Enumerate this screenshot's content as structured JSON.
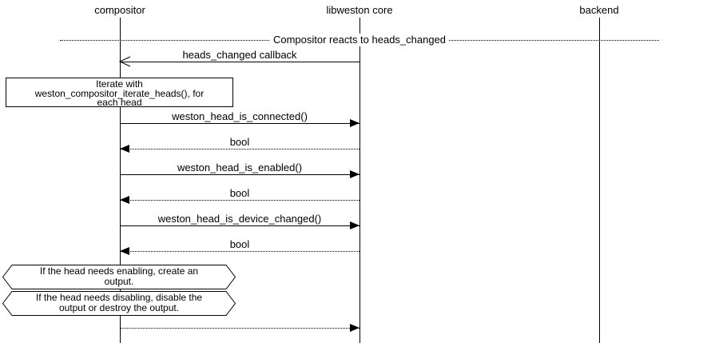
{
  "diagram": {
    "type": "uml-sequence",
    "colors": {
      "foreground": "#000000",
      "background": "#ffffff"
    },
    "participants": [
      {
        "name": "compositor"
      },
      {
        "name": "libweston core"
      },
      {
        "name": "backend"
      }
    ],
    "divider": {
      "label": "Compositor reacts to heads_changed"
    },
    "messages": [
      {
        "label": "heads_changed callback",
        "from": "libweston core",
        "to": "compositor",
        "line": "solid",
        "arrowhead": "open"
      },
      {
        "label": "weston_head_is_connected()",
        "from": "compositor",
        "to": "libweston core",
        "line": "solid",
        "arrowhead": "filled"
      },
      {
        "label": "bool",
        "from": "libweston core",
        "to": "compositor",
        "line": "dotted",
        "arrowhead": "filled"
      },
      {
        "label": "weston_head_is_enabled()",
        "from": "compositor",
        "to": "libweston core",
        "line": "solid",
        "arrowhead": "filled"
      },
      {
        "label": "bool",
        "from": "libweston core",
        "to": "compositor",
        "line": "dotted",
        "arrowhead": "filled"
      },
      {
        "label": "weston_head_is_device_changed()",
        "from": "compositor",
        "to": "libweston core",
        "line": "solid",
        "arrowhead": "filled"
      },
      {
        "label": "bool",
        "from": "libweston core",
        "to": "compositor",
        "line": "dotted",
        "arrowhead": "filled"
      },
      {
        "label": "",
        "from": "compositor",
        "to": "libweston core",
        "line": "dotted",
        "arrowhead": "filled"
      }
    ],
    "note_box": {
      "lines": [
        "Iterate with",
        "weston_compositor_iterate_heads(), for",
        "each head"
      ]
    },
    "hex_notes": [
      {
        "lines": [
          "If the head needs enabling, create an",
          "output."
        ]
      },
      {
        "lines": [
          "If the head needs disabling, disable the",
          "output or destroy the output."
        ]
      }
    ]
  }
}
